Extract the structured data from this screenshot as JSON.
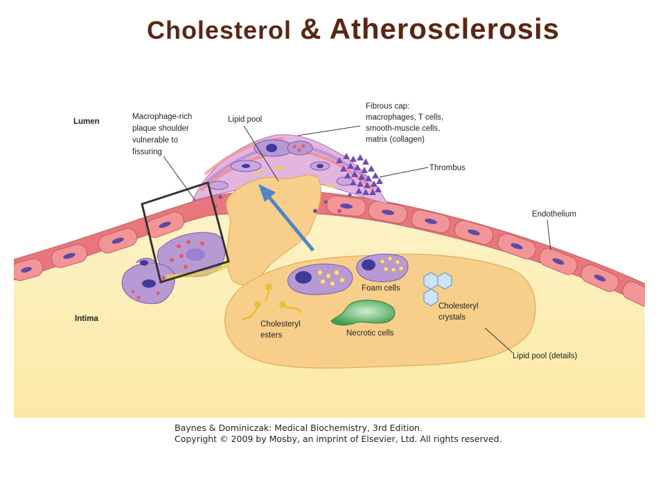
{
  "title": {
    "part1": "Cholesterol",
    "part2": "& Atherosclerosis"
  },
  "labels": {
    "lumen": "Lumen",
    "intima": "Intima",
    "macrophage": [
      "Macrophage-rich",
      "plaque shoulder",
      "vulnerable to",
      "fissuring"
    ],
    "lipid_pool": "Lipid pool",
    "fibrous_cap": [
      "Fibrous cap:",
      "macrophages, T cells,",
      "smooth-muscle cells,",
      "matrix (collagen)"
    ],
    "thrombus": "Thrombus",
    "endothelium": "Endothelium",
    "foam_cells": "Foam cells",
    "cholesteryl_crystals": [
      "Cholesteryl",
      "crystals"
    ],
    "cholesteryl_esters": [
      "Cholesteryl",
      "esters"
    ],
    "necrotic_cells": "Necrotic cells",
    "lipid_pool_details": "Lipid pool (details)"
  },
  "credit": {
    "line1": "Baynes & Dominiczak: Medical Biochemistry, 3rd Edition.",
    "line2": "Copyright © 2009 by Mosby, an imprint of Elsevier, Ltd. All rights reserved."
  },
  "colors": {
    "title": "#5a2614",
    "intima": "#fdeeb8",
    "endothelial_cell": "#f08c8e",
    "lipid_pool": "#f7cf8a",
    "foam_cell": "#b79ad3",
    "necrotic_cell": "#4caf5a",
    "crystal": "#cfe3f5",
    "thrombus": "#6e4bb4",
    "arrow": "#4f86c6"
  }
}
